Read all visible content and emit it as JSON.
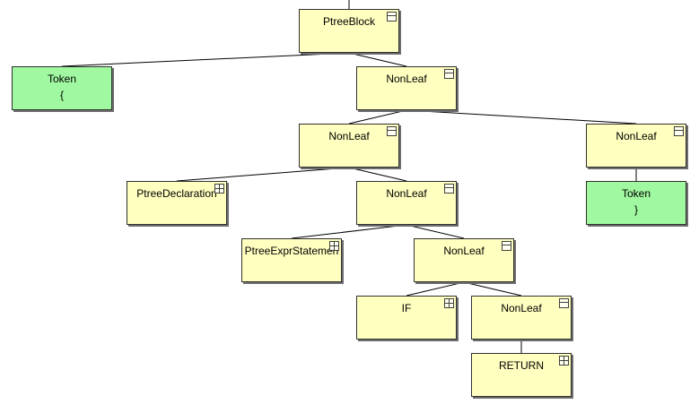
{
  "tree": {
    "root": {
      "label": "PtreeBlock",
      "toggle": "collapse"
    },
    "token_open": {
      "label": "Token",
      "value": "{",
      "kind": "token"
    },
    "nonleaf_1": {
      "label": "NonLeaf",
      "toggle": "collapse"
    },
    "nonleaf_2": {
      "label": "NonLeaf",
      "toggle": "collapse"
    },
    "nonleaf_right": {
      "label": "NonLeaf",
      "toggle": "collapse"
    },
    "declaration": {
      "label": "PtreeDeclaration",
      "toggle": "expand"
    },
    "nonleaf_3": {
      "label": "NonLeaf",
      "toggle": "collapse"
    },
    "token_close": {
      "label": "Token",
      "value": "}",
      "kind": "token"
    },
    "expr_statement": {
      "label": "PtreeExprStatemen",
      "toggle": "expand"
    },
    "nonleaf_4": {
      "label": "NonLeaf",
      "toggle": "collapse"
    },
    "if_node": {
      "label": "IF",
      "toggle": "expand"
    },
    "nonleaf_5": {
      "label": "NonLeaf",
      "toggle": "collapse"
    },
    "return_node": {
      "label": "RETURN",
      "toggle": "expand"
    }
  }
}
